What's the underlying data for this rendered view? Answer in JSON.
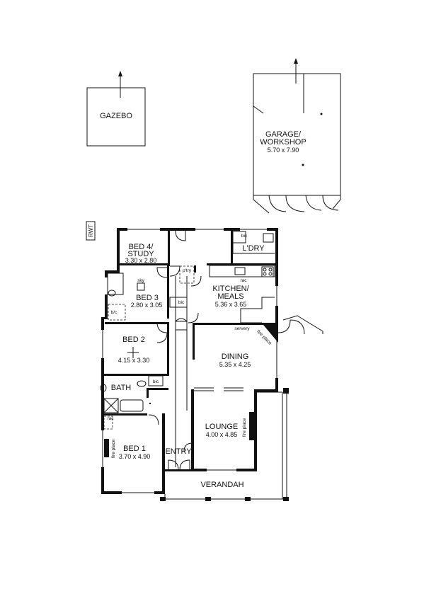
{
  "rooms": {
    "gazebo": {
      "name": "GAZEBO"
    },
    "garage": {
      "name_line1": "GARAGE/",
      "name_line2": "WORKSHOP",
      "size": "5.70 x 7.90"
    },
    "bed4": {
      "name_line1": "BED 4/",
      "name_line2": "STUDY",
      "size": "3.30 x 2.80"
    },
    "laundry": {
      "name": "L'DRY"
    },
    "bed3": {
      "name": "BED 3",
      "size": "2.80 x 3.05"
    },
    "kitchen": {
      "name_line1": "KITCHEN/",
      "name_line2": "MEALS",
      "size": "5.36 x 3.65"
    },
    "bed2": {
      "name": "BED 2",
      "size": "4.15 x 3.30"
    },
    "dining": {
      "name": "DINING",
      "size": "5.35 x 4.25"
    },
    "bath": {
      "name": "BATH"
    },
    "lounge": {
      "name": "LOUNGE",
      "size": "4.00 x 4.85"
    },
    "bed1": {
      "name": "BED 1",
      "size": "3.70 x 4.90"
    },
    "entry": {
      "name": "ENTRY"
    },
    "verandah": {
      "name": "VERANDAH"
    }
  },
  "annotations": {
    "rwt": "RWT",
    "bic_laundry": "bic",
    "bic_bed3": "b/c",
    "bic_hall": "bic",
    "bic_bath": "bic",
    "pantry": "p'try",
    "rac_kitchen": "rac",
    "rac_bed1": "rac",
    "servery": "servery",
    "fireplace_dining": "fire place",
    "fireplace_lounge": "fire place",
    "fireplace_bed1": "fire place",
    "sky": "sky"
  }
}
